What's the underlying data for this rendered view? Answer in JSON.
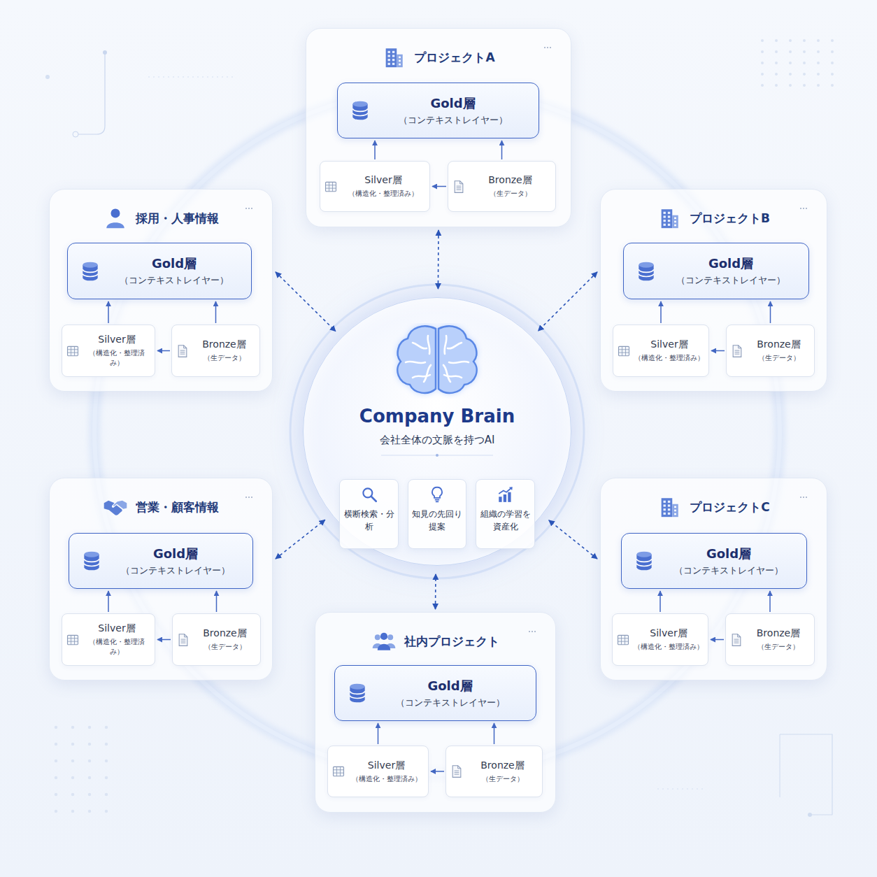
{
  "diagram": {
    "nodes": [
      {
        "text": [
          "プロジェクトA"
        ]
      },
      {
        "text": [
          "Gold層",
          "（コンテキストレイヤー）"
        ],
        "in": 0
      },
      {
        "text": [
          "Silver層",
          "（構造化・整理済み）"
        ],
        "in": 0
      },
      {
        "text": [
          "Bronze層",
          "（生データ）"
        ],
        "in": 0
      },
      {
        "text": [
          "採用・人事情報"
        ]
      },
      {
        "text": [
          "Gold層",
          "（コンテキストレイヤー）"
        ],
        "in": 4
      },
      {
        "text": [
          "Silver層",
          "（構造化・整理済み）"
        ],
        "in": 4
      },
      {
        "text": [
          "Bronze層",
          "（生データ）"
        ],
        "in": 4
      },
      {
        "text": [
          "プロジェクトB"
        ]
      },
      {
        "text": [
          "Gold層",
          "（コンテキストレイヤー）"
        ],
        "in": 8
      },
      {
        "text": [
          "Silver層",
          "（構造化・整理済み）"
        ],
        "in": 8
      },
      {
        "text": [
          "Bronze層",
          "（生データ）"
        ],
        "in": 8
      },
      {
        "text": [
          "Company Brain",
          "会社全体の文脈を持つAI"
        ]
      },
      {
        "text": [
          "横断検索・分析"
        ],
        "in": 12
      },
      {
        "text": [
          "知見の先回り提案"
        ],
        "in": 12
      },
      {
        "text": [
          "組織の学習を資産化"
        ],
        "in": 12
      },
      {
        "text": [
          "営業・顧客情報"
        ]
      },
      {
        "text": [
          "Gold層",
          "（コンテキストレイヤー）"
        ],
        "in": 16
      },
      {
        "text": [
          "Silver層",
          "（構造化・整理済み）"
        ],
        "in": 16
      },
      {
        "text": [
          "Bronze層",
          "（生データ）"
        ],
        "in": 16
      },
      {
        "text": [
          "プロジェクトC"
        ]
      },
      {
        "text": [
          "Gold層",
          "（コンテキストレイヤー）"
        ],
        "in": 20
      },
      {
        "text": [
          "Silver層",
          "（構造化・整理済み）"
        ],
        "in": 20
      },
      {
        "text": [
          "Bronze層",
          "（生データ）"
        ],
        "in": 20
      },
      {
        "text": [
          "社内プロジェクト"
        ]
      },
      {
        "text": [
          "Gold層",
          "（コンテキストレイヤー）"
        ],
        "in": 24
      },
      {
        "text": [
          "Silver層",
          "（構造化・整理済み）"
        ],
        "in": 24
      },
      {
        "text": [
          "Bronze層",
          "（生データ）"
        ],
        "in": 24
      }
    ],
    "edges": [
      {
        "from": 2,
        "to": 1,
        "arrow": "to"
      },
      {
        "from": 3,
        "to": 1,
        "arrow": "to"
      },
      {
        "from": 3,
        "to": 2,
        "arrow": "to"
      },
      {
        "from": 6,
        "to": 5,
        "arrow": "to"
      },
      {
        "from": 7,
        "to": 5,
        "arrow": "to"
      },
      {
        "from": 7,
        "to": 6,
        "arrow": "to"
      },
      {
        "from": 10,
        "to": 9,
        "arrow": "to"
      },
      {
        "from": 11,
        "to": 9,
        "arrow": "to"
      },
      {
        "from": 11,
        "to": 10,
        "arrow": "to"
      },
      {
        "from": 18,
        "to": 17,
        "arrow": "to"
      },
      {
        "from": 19,
        "to": 17,
        "arrow": "to"
      },
      {
        "from": 19,
        "to": 18,
        "arrow": "to"
      },
      {
        "from": 22,
        "to": 21,
        "arrow": "to"
      },
      {
        "from": 23,
        "to": 21,
        "arrow": "to"
      },
      {
        "from": 23,
        "to": 22,
        "arrow": "to"
      },
      {
        "from": 26,
        "to": 25,
        "arrow": "to"
      },
      {
        "from": 27,
        "to": 25,
        "arrow": "to"
      },
      {
        "from": 27,
        "to": 26,
        "arrow": "to"
      },
      {
        "from": 0,
        "to": 12,
        "arrow": "both"
      },
      {
        "from": 4,
        "to": 12,
        "arrow": "both"
      },
      {
        "from": 8,
        "to": 12,
        "arrow": "both"
      },
      {
        "from": 16,
        "to": 12,
        "arrow": "both"
      },
      {
        "from": 20,
        "to": 12,
        "arrow": "both"
      },
      {
        "from": 24,
        "to": 12,
        "arrow": "both"
      }
    ]
  }
}
